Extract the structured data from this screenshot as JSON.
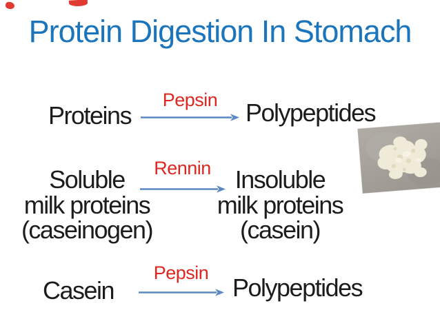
{
  "slide": {
    "title": "Protein Digestion In Stomach"
  },
  "reactions": [
    {
      "substrate": "Proteins",
      "enzyme": "Pepsin",
      "product": "Polypeptides"
    },
    {
      "substrate_lines": [
        "Soluble",
        "milk proteins",
        "(caseinogen)"
      ],
      "enzyme": "Rennin",
      "product_lines": [
        "Insoluble",
        "milk proteins",
        "(casein)"
      ]
    },
    {
      "substrate": "Casein",
      "enzyme": "Pepsin",
      "product": "Polypeptides"
    }
  ],
  "image": {
    "name": "casein-curds-photo"
  },
  "colors": {
    "title": "#1b75bc",
    "enzyme_label": "#df2722",
    "arrow": "#5b87c3",
    "body_text": "#1c1c1c",
    "red_marks": "#e13a30"
  }
}
